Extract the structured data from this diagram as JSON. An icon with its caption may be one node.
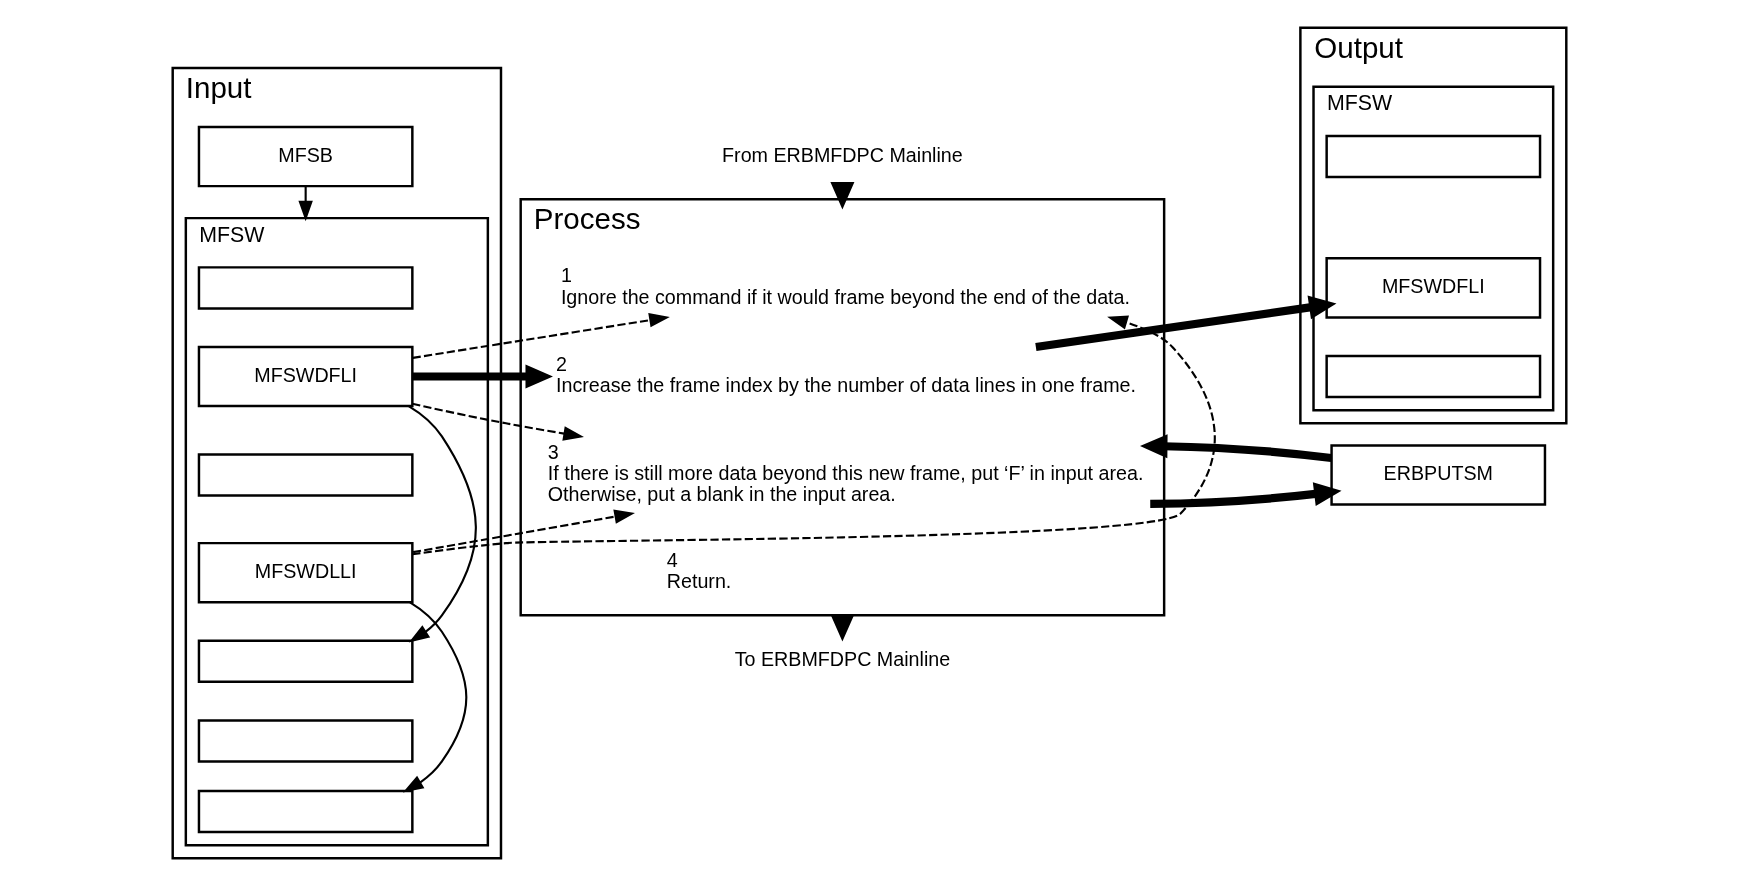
{
  "diagram": {
    "nodes": [
      {
        "text": [
          "Input"
        ]
      },
      {
        "text": [
          "MFSB"
        ],
        "in": 0
      },
      {
        "text": [
          "MFSW"
        ],
        "in": 0
      },
      {
        "text": [],
        "shape": "box",
        "in": 2
      },
      {
        "text": [
          "MFSWDFLI"
        ],
        "in": 2
      },
      {
        "text": [],
        "shape": "box",
        "in": 2
      },
      {
        "text": [
          "MFSWDLLI"
        ],
        "in": 2
      },
      {
        "text": [],
        "shape": "box",
        "in": 2
      },
      {
        "text": [],
        "shape": "box",
        "in": 2
      },
      {
        "text": [],
        "shape": "box",
        "in": 2
      },
      {
        "text": [
          "Process"
        ]
      },
      {
        "text": [
          "1",
          "Ignore the command if it would frame beyond the end of the data."
        ],
        "in": 10
      },
      {
        "text": [
          "2",
          "Increase the frame index by the number of data lines in one frame."
        ],
        "in": 10
      },
      {
        "text": [
          "3",
          "If there is still more data beyond this new frame, put ‘F’ in input area.",
          "Otherwise, put a blank in the input area."
        ],
        "in": 10
      },
      {
        "text": [
          "4",
          "Return."
        ],
        "in": 10
      },
      {
        "text": [
          "ERBPUTSM"
        ]
      },
      {
        "text": [
          "Output"
        ]
      },
      {
        "text": [
          "MFSW"
        ],
        "in": 16
      },
      {
        "text": [],
        "shape": "box",
        "in": 17
      },
      {
        "text": [
          "MFSWDFLI"
        ],
        "in": 17
      },
      {
        "text": [],
        "shape": "box",
        "in": 17
      },
      {
        "text": [
          "From ERBMFDPC Mainline"
        ]
      },
      {
        "text": [
          "To ERBMFDPC Mainline"
        ]
      }
    ],
    "edges": [
      {
        "from": 1,
        "to": 2,
        "arrow": "to"
      },
      {
        "from": 4,
        "to": 7,
        "arrow": "to"
      },
      {
        "from": 6,
        "to": 9,
        "arrow": "to"
      },
      {
        "from": 21,
        "to": 10,
        "arrow": "to",
        "style": "thick"
      },
      {
        "from": 4,
        "to": 12,
        "arrow": "to",
        "style": "thick"
      },
      {
        "from": 4,
        "to": 11,
        "arrow": "to",
        "style": "dashed"
      },
      {
        "from": 6,
        "to": 11,
        "arrow": "to",
        "style": "dashed"
      },
      {
        "from": 4,
        "to": 13,
        "arrow": "to",
        "style": "dashed"
      },
      {
        "from": 6,
        "to": 13,
        "arrow": "to",
        "style": "dashed"
      },
      {
        "from": 12,
        "to": 19,
        "arrow": "to",
        "style": "thick"
      },
      {
        "from": 13,
        "to": 15,
        "arrow": "to",
        "style": "thick"
      },
      {
        "from": 15,
        "to": 13,
        "arrow": "to",
        "style": "thick"
      },
      {
        "from": 10,
        "to": 22,
        "arrow": "to",
        "style": "thick"
      }
    ]
  }
}
